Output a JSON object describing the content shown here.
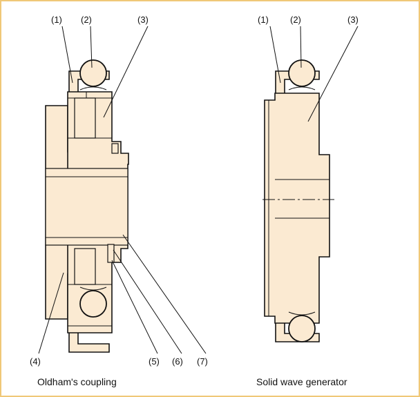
{
  "colors": {
    "part_fill": "#fbead2",
    "frame_border": "#f0c878",
    "line": "#111111"
  },
  "left_figure": {
    "caption": "Oldham's coupling",
    "callouts": [
      "(1)",
      "(2)",
      "(3)",
      "(4)",
      "(5)",
      "(6)",
      "(7)"
    ]
  },
  "right_figure": {
    "caption": "Solid wave generator",
    "callouts": [
      "(1)",
      "(2)",
      "(3)"
    ]
  }
}
